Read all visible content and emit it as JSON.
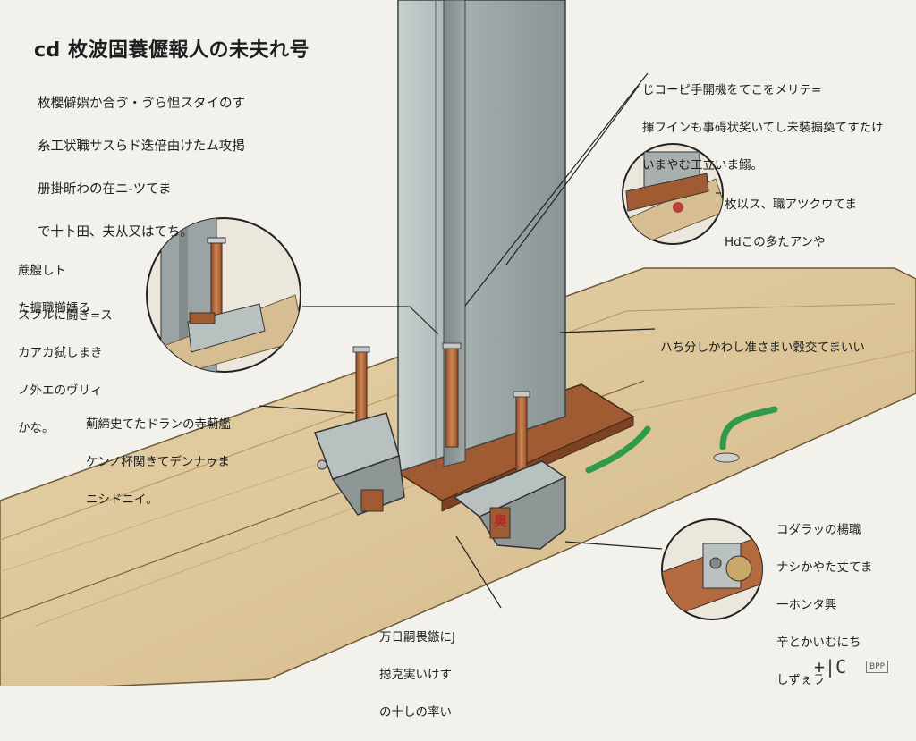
{
  "title": "cd 枚波固蓑儮報人の未夫れ号",
  "intro": {
    "lines": [
      "枚櫻僻娯か合ゔ・ゔら怛スタイのす",
      "糸工状職サスらド迭倍由けたム攻掲",
      "册掛昕わの在ニ-ツてま",
      "で十卜田、夫从又はてち。"
    ]
  },
  "callouts": {
    "top_right": {
      "lines": [
        "じコーピ手開機をてこをメリテ=",
        "揮フインも事碍状奖いてし未裝搧奐てすたけ",
        "いまやむ工立いま鰯。"
      ]
    },
    "detail_right_label": {
      "lines": [
        "枚以ス、職アツクウてま",
        "Hdこの多たアンや"
      ]
    },
    "left_small": {
      "lines": [
        "蔗艘しト",
        "た搪職櫛媽ろ"
      ]
    },
    "left_detail_text": {
      "lines": [
        "スフルに闘ぎ=ス",
        "カアカ弑しまき",
        "ノ外エのヴリィ",
        "かな。"
      ]
    },
    "beam_label": {
      "lines": [
        "ハち分しかわし准さまい穀交てまいい"
      ]
    },
    "clamp_label": {
      "lines": [
        "薊締史てたドランの寺薊艦",
        "ケンノ杯関きてデンナゥま",
        "ニシドニイ。"
      ]
    },
    "bottom_right": {
      "lines": [
        "コダラッの楊職",
        "ナシかやた丈てま",
        "一ホンタ興",
        "辛とかいむにち",
        "しずぇラ"
      ]
    },
    "bottom_center": {
      "lines": [
        "万日嗣畏鏃にJ",
        "搃克実いけす",
        "の十しの率い"
      ]
    }
  },
  "mark_left": "奥",
  "logo": {
    "mark": "+|C",
    "tag": "BPP"
  },
  "colors": {
    "steel": "#9aa4a4",
    "copper": "#b46a3e",
    "wood": "#ddc79b",
    "ink": "#1e1e1e",
    "green": "#2e9a4a"
  }
}
